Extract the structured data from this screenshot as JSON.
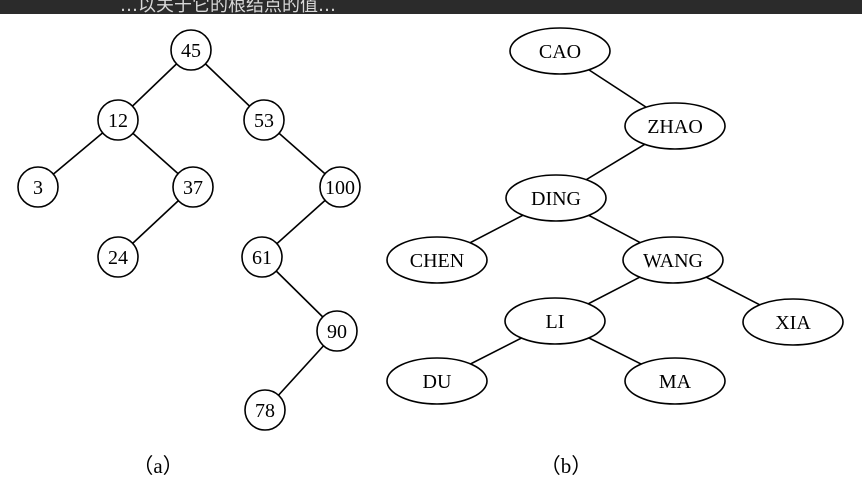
{
  "header": {
    "cropped_text": "…以关于它的根结点的值…"
  },
  "tree_a": {
    "caption": "（a）",
    "nodes": [
      {
        "id": "45",
        "label": "45"
      },
      {
        "id": "12",
        "label": "12"
      },
      {
        "id": "53",
        "label": "53"
      },
      {
        "id": "3",
        "label": "3"
      },
      {
        "id": "37",
        "label": "37"
      },
      {
        "id": "100",
        "label": "100"
      },
      {
        "id": "24",
        "label": "24"
      },
      {
        "id": "61",
        "label": "61"
      },
      {
        "id": "90",
        "label": "90"
      },
      {
        "id": "78",
        "label": "78"
      }
    ],
    "edges": [
      [
        "45",
        "12"
      ],
      [
        "45",
        "53"
      ],
      [
        "12",
        "3"
      ],
      [
        "12",
        "37"
      ],
      [
        "37",
        "24"
      ],
      [
        "53",
        "100"
      ],
      [
        "100",
        "61"
      ],
      [
        "61",
        "90"
      ],
      [
        "90",
        "78"
      ]
    ]
  },
  "tree_b": {
    "caption": "（b）",
    "nodes": [
      {
        "id": "CAO",
        "label": "CAO"
      },
      {
        "id": "ZHAO",
        "label": "ZHAO"
      },
      {
        "id": "DING",
        "label": "DING"
      },
      {
        "id": "CHEN",
        "label": "CHEN"
      },
      {
        "id": "WANG",
        "label": "WANG"
      },
      {
        "id": "LI",
        "label": "LI"
      },
      {
        "id": "XIA",
        "label": "XIA"
      },
      {
        "id": "DU",
        "label": "DU"
      },
      {
        "id": "MA",
        "label": "MA"
      }
    ],
    "edges": [
      [
        "CAO",
        "ZHAO"
      ],
      [
        "ZHAO",
        "DING"
      ],
      [
        "DING",
        "CHEN"
      ],
      [
        "DING",
        "WANG"
      ],
      [
        "WANG",
        "LI"
      ],
      [
        "WANG",
        "XIA"
      ],
      [
        "LI",
        "DU"
      ],
      [
        "LI",
        "MA"
      ]
    ]
  }
}
